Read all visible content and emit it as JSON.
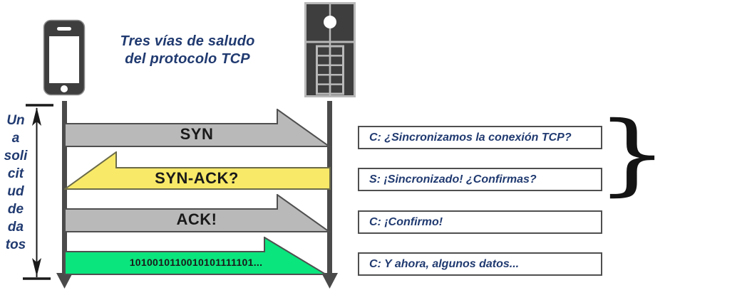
{
  "title": {
    "line1": "Tres vías de saludo",
    "line2": "del protocolo TCP"
  },
  "request_label": {
    "lines": [
      "Un",
      "a",
      "soli",
      "cit",
      "ud",
      "de",
      "da",
      "tos"
    ]
  },
  "handshake": {
    "messages": [
      {
        "label": "SYN",
        "direction": "right",
        "fill": "#b9b9b9",
        "stroke": "#4f4f4f",
        "note": "C: ¿Sincronizamos la conexión TCP?"
      },
      {
        "label": "SYN-ACK?",
        "direction": "left",
        "fill": "#f8e968",
        "stroke": "#6b6b4a",
        "note": "S: ¡Sincronizado! ¿Confirmas?"
      },
      {
        "label": "ACK!",
        "direction": "right",
        "fill": "#b9b9b9",
        "stroke": "#4f4f4f",
        "note": "C: ¡Confirmo!"
      },
      {
        "label": "1010010110010101111101...",
        "direction": "right",
        "fill": "#0ae57d",
        "stroke": "#4f4f4f",
        "note": "C: Y ahora, algunos datos..."
      }
    ]
  },
  "brace_glyph": "}",
  "colors": {
    "navy_text": "#203a70",
    "arrow_gray": "#b9b9b9",
    "arrow_yellow": "#f8e968",
    "arrow_green": "#0ae57d",
    "outline_dark": "#4f4f4f",
    "timeline_gray": "#4a4a4a",
    "icon_dark": "#3e3e3e"
  }
}
